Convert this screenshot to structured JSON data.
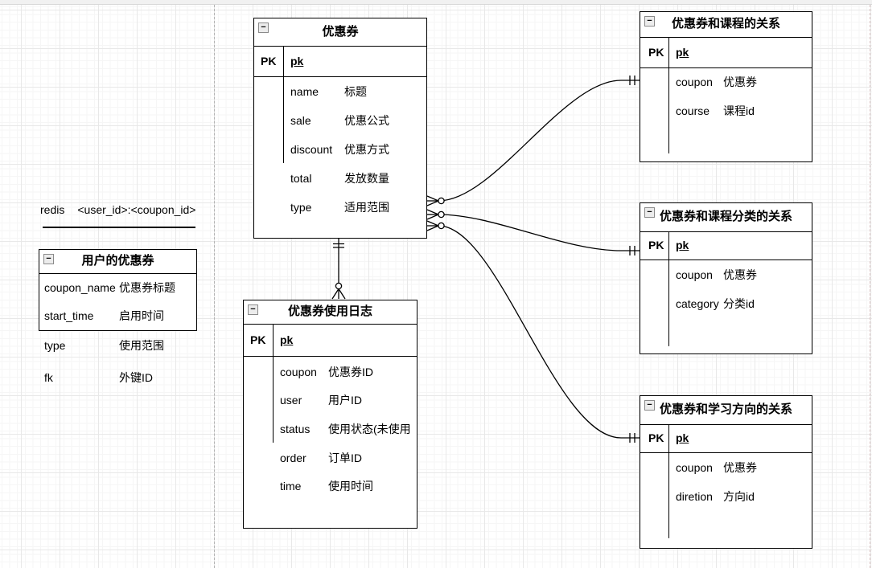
{
  "icons": {
    "collapse_glyph": "−"
  },
  "note": {
    "label": "redis",
    "value": "<user_id>:<coupon_id>"
  },
  "tables": {
    "coupon": {
      "title": "优惠券",
      "pk_label": "PK",
      "pk_field": "pk",
      "rows": [
        {
          "field": "name",
          "desc": "标题"
        },
        {
          "field": "sale",
          "desc": "优惠公式"
        },
        {
          "field": "discount",
          "desc": "优惠方式"
        },
        {
          "field": "total",
          "desc": "发放数量"
        },
        {
          "field": "type",
          "desc": "适用范围"
        }
      ]
    },
    "user_coupon": {
      "title": "用户的优惠券",
      "rows": [
        {
          "field": "coupon_name",
          "desc": "优惠券标题"
        },
        {
          "field": "start_time",
          "desc": "启用时间"
        },
        {
          "field": "type",
          "desc": "使用范围"
        },
        {
          "field": "fk",
          "desc": "外键ID"
        }
      ]
    },
    "coupon_log": {
      "title": "优惠券使用日志",
      "pk_label": "PK",
      "pk_field": "pk",
      "rows": [
        {
          "field": "coupon",
          "desc": "优惠券ID"
        },
        {
          "field": "user",
          "desc": "用户ID"
        },
        {
          "field": "status",
          "desc": "使用状态(未使用"
        },
        {
          "field": "order",
          "desc": "订单ID"
        },
        {
          "field": "time",
          "desc": "使用时间"
        }
      ]
    },
    "coupon_course": {
      "title": "优惠券和课程的关系",
      "pk_label": "PK",
      "pk_field": "pk",
      "rows": [
        {
          "field": "coupon",
          "desc": "优惠券"
        },
        {
          "field": "course",
          "desc": "课程id"
        }
      ]
    },
    "coupon_category": {
      "title": "优惠券和课程分类的关系",
      "pk_label": "PK",
      "pk_field": "pk",
      "rows": [
        {
          "field": "coupon",
          "desc": "优惠券"
        },
        {
          "field": "category",
          "desc": "分类id"
        }
      ]
    },
    "coupon_direction": {
      "title": "优惠券和学习方向的关系",
      "pk_label": "PK",
      "pk_field": "pk",
      "rows": [
        {
          "field": "coupon",
          "desc": "优惠券"
        },
        {
          "field": "diretion",
          "desc": "方向id"
        }
      ]
    }
  },
  "colors": {
    "stroke": "#000000",
    "grid_minor": "#f6f6f6",
    "grid_major": "#e8e8e8",
    "page_boundary": "#b3b3b3"
  }
}
